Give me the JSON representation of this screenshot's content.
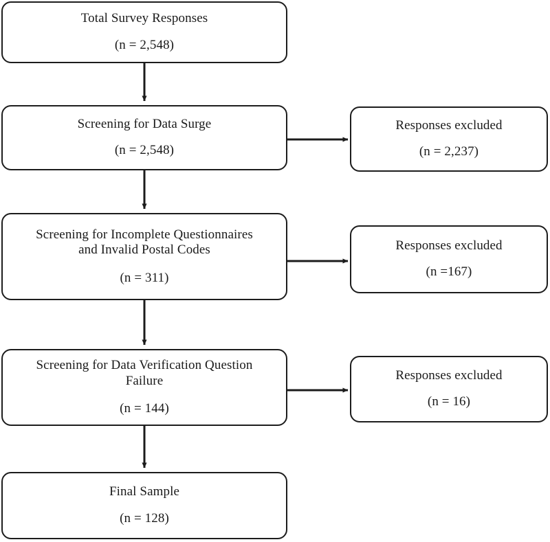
{
  "diagram": {
    "type": "flowchart",
    "orientation": "top-to-bottom with right-side exclusion branches",
    "background_color": "#ffffff",
    "line_color": "#1c1c1c",
    "main_nodes": [
      {
        "id": "total-survey-responses",
        "title": "Total Survey Responses",
        "count": "(n = 2,548)"
      },
      {
        "id": "screening-data-surge",
        "title": "Screening for Data Surge",
        "count": "(n = 2,548)"
      },
      {
        "id": "screening-incomplete-questionnaires",
        "title": "Screening for Incomplete Questionnaires\nand Invalid Postal Codes",
        "count": "(n = 311)"
      },
      {
        "id": "screening-data-verification",
        "title": "Screening for Data Verification Question\nFailure",
        "count": "(n = 144)"
      },
      {
        "id": "final-sample",
        "title": "Final Sample",
        "count": "(n = 128)"
      }
    ],
    "exclusion_nodes": [
      {
        "id": "excluded-data-surge",
        "title": "Responses excluded",
        "count": "(n = 2,237)"
      },
      {
        "id": "excluded-incomplete",
        "title": "Responses excluded",
        "count": "(n =167)"
      },
      {
        "id": "excluded-verification",
        "title": "Responses excluded",
        "count": "(n = 16)"
      }
    ]
  }
}
